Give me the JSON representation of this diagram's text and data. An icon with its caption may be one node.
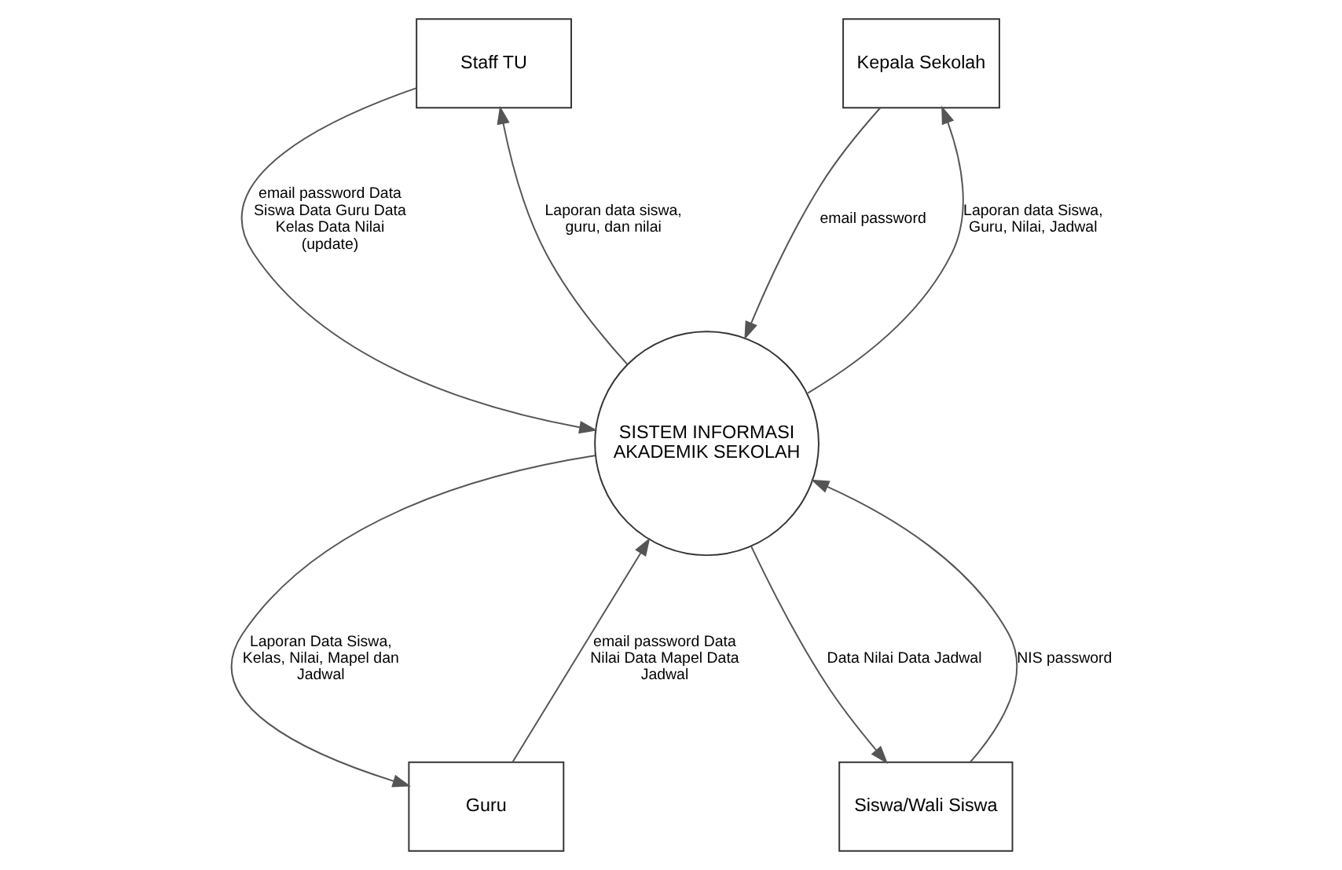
{
  "diagram": {
    "nodes": [
      {
        "text": [
          "Staff TU"
        ]
      },
      {
        "text": [
          "Kepala Sekolah"
        ]
      },
      {
        "text": [
          "SISTEM INFORMASI AKADEMIK SEKOLAH"
        ]
      },
      {
        "text": [
          "Guru"
        ]
      },
      {
        "text": [
          "Siswa/Wali Siswa"
        ]
      }
    ],
    "edges": [
      {
        "from": 0,
        "to": 2,
        "arrow": "to",
        "label": "email password Data Siswa Data Guru Data Kelas Data Nilai (update)"
      },
      {
        "from": 2,
        "to": 0,
        "arrow": "to",
        "label": "Laporan data siswa, guru, dan nilai"
      },
      {
        "from": 1,
        "to": 2,
        "arrow": "to",
        "label": "email password"
      },
      {
        "from": 2,
        "to": 1,
        "arrow": "to",
        "label": "Laporan data Siswa, Guru, Nilai, Jadwal"
      },
      {
        "from": 2,
        "to": 3,
        "arrow": "to",
        "label": "Laporan Data Siswa, Kelas, Nilai, Mapel dan Jadwal"
      },
      {
        "from": 3,
        "to": 2,
        "arrow": "to",
        "label": "email password Data Nilai Data Mapel Data Jadwal"
      },
      {
        "from": 2,
        "to": 4,
        "arrow": "to",
        "label": "Data Nilai Data Jadwal"
      },
      {
        "from": 4,
        "to": 2,
        "arrow": "to",
        "label": "NIS password"
      }
    ]
  }
}
